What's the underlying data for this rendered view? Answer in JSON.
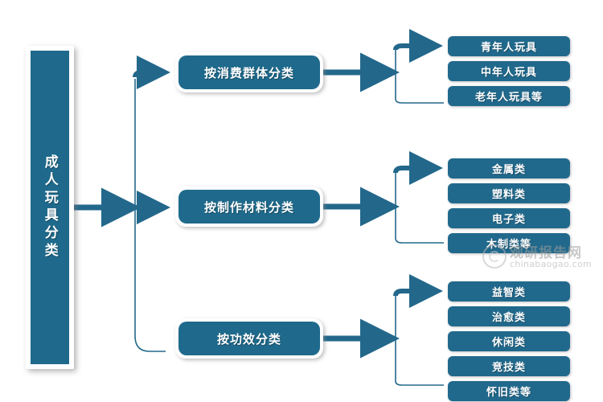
{
  "diagram": {
    "title": "成人玩具分类",
    "root": {
      "label": "成人玩具分类"
    },
    "colors": {
      "node_fill": "#1F6A8C",
      "leaf_fill": "#21698C",
      "connector": "#23688B",
      "background": "#FFFFFF",
      "node_text": "#FFFFFF"
    },
    "branches": [
      {
        "label": "按消费群体分类",
        "leaves": [
          "青年人玩具",
          "中年人玩具",
          "老年人玩具等"
        ]
      },
      {
        "label": "按制作材料分类",
        "leaves": [
          "金属类",
          "塑料类",
          "电子类",
          "木制类等"
        ]
      },
      {
        "label": "按功效分类",
        "leaves": [
          "益智类",
          "治愈类",
          "休闲类",
          "竞技类",
          "怀旧类等"
        ]
      }
    ]
  },
  "watermark": {
    "brand_cn": "观研报告网",
    "brand_url": "chinabaogao.com",
    "logo_icon": "spiral-circle-logo"
  }
}
